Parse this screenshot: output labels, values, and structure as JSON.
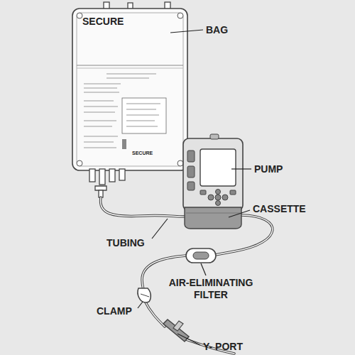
{
  "diagram": {
    "labels": [
      "SECURE",
      "SECURE",
      "BAG",
      "PUMP",
      "CASSETTE",
      "TUBING",
      "AIR-ELIMINATING FILTER",
      "CLAMP",
      "Y- PORT"
    ]
  }
}
